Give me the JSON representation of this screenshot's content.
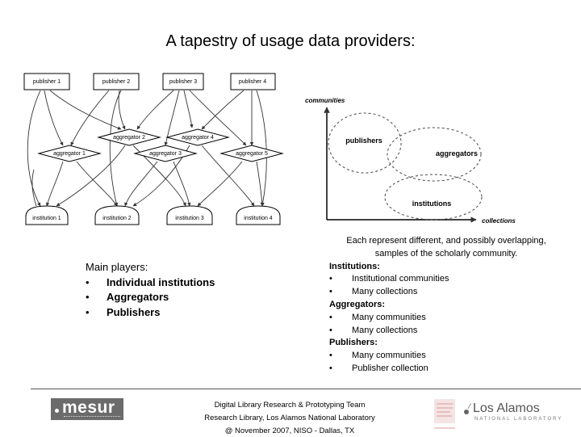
{
  "title": "A tapestry of usage data providers:",
  "network": {
    "publishers": [
      "publisher 1",
      "publisher 2",
      "publisher 3",
      "publisher 4"
    ],
    "aggregators": [
      "aggregator 1",
      "aggregator 2",
      "aggregator 3",
      "aggregator 4",
      "aggregator 5"
    ],
    "institutions": [
      "institution 1",
      "institution 2",
      "institution 3",
      "institution 4"
    ]
  },
  "venn": {
    "y_axis_label": "communities",
    "x_axis_label": "collections",
    "sets": [
      "publishers",
      "aggregators",
      "institutions"
    ]
  },
  "main_players": {
    "heading": "Main players:",
    "items": [
      "Individual institutions",
      "Aggregators",
      "Publishers"
    ]
  },
  "description": {
    "intro": "Each represent different, and possibly overlapping, samples of the scholarly community.",
    "groups": [
      {
        "heading": "Institutions:",
        "items": [
          "Institutional communities",
          "Many collections"
        ]
      },
      {
        "heading": "Aggregators:",
        "items": [
          "Many communities",
          "Many collections"
        ]
      },
      {
        "heading": "Publishers:",
        "items": [
          "Many communities",
          "Publisher collection"
        ]
      }
    ]
  },
  "footer": {
    "line1": "Digital Library Research & Prototyping Team",
    "line2": "Research Library, Los Alamos National Laboratory",
    "line3": "@ November 2007, NISO - Dallas, TX"
  },
  "logos": {
    "mesur": "mesur",
    "lanl": "Los Alamos",
    "lanl_sub": "NATIONAL LABORATORY"
  },
  "bullet": "•"
}
